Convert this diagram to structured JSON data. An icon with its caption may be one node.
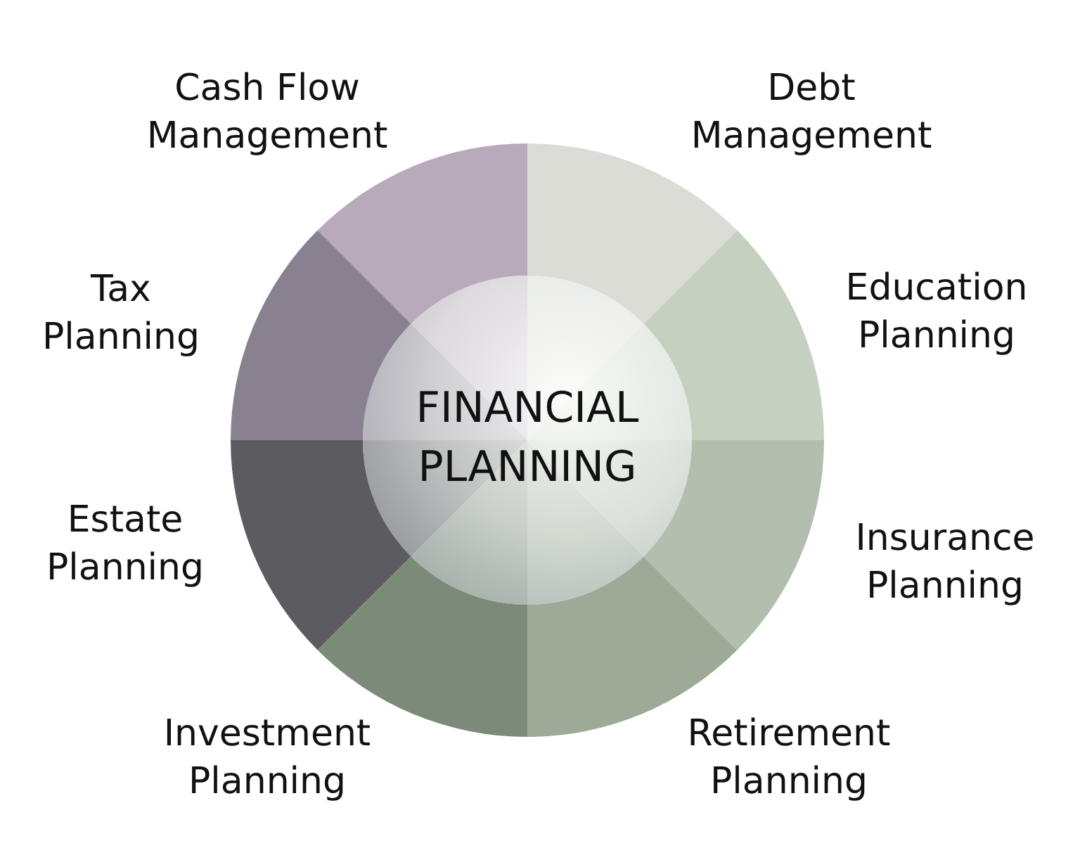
{
  "diagram": {
    "nodes": [
      {
        "text": [
          "Cash Flow Management"
        ]
      },
      {
        "text": [
          "Debt Management"
        ]
      },
      {
        "text": [
          "Tax Planning"
        ]
      },
      {
        "text": [
          "Education Planning"
        ]
      },
      {
        "text": [
          "FINANCIAL PLANNING"
        ]
      },
      {
        "text": [
          "Estate Planning"
        ]
      },
      {
        "text": [
          "Insurance Planning"
        ]
      },
      {
        "text": [
          "Investment Planning"
        ]
      },
      {
        "text": [
          "Retirement Planning"
        ]
      }
    ]
  }
}
